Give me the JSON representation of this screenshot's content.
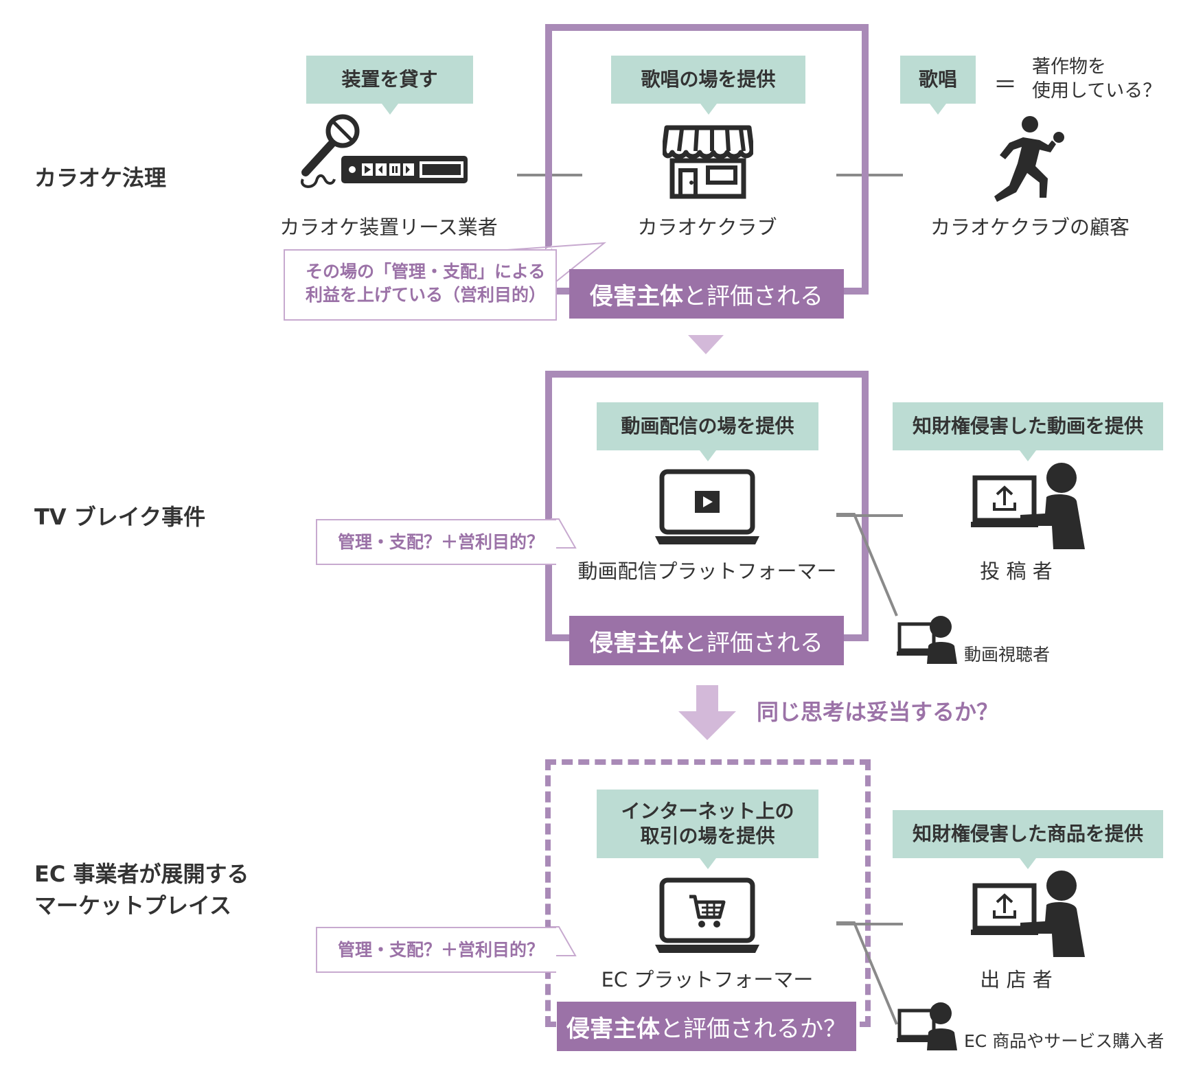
{
  "colors": {
    "purple_frame": "#a98ab7",
    "purple_bar": "#9b72a7",
    "purple_arrow": "#d3b9d9",
    "green_box": "#bcdcd3",
    "icon": "#2b2b2b",
    "connector": "#8a8a8a"
  },
  "rows": {
    "karaoke": {
      "title": "カラオケ法理",
      "lessor": {
        "bubble": "装置を貸す",
        "icon": "microphone-karaoke-machine-icon",
        "label": "カラオケ装置リース業者"
      },
      "club": {
        "bubble": "歌唱の場を提供",
        "icon": "storefront-icon",
        "label": "カラオケクラブ"
      },
      "customer": {
        "bubble": "歌唱",
        "equals": "＝",
        "question_line1": "著作物を",
        "question_line2": "使用している？",
        "icon": "running-singer-icon",
        "label": "カラオケクラブの顧客"
      },
      "note_line1": "その場の「管理・支配」による",
      "note_line2": "利益を上げている（営利目的）",
      "verdict_bold": "侵害主体",
      "verdict_rest": "と評価される"
    },
    "tvbreak": {
      "title": "TV ブレイク事件",
      "platform": {
        "bubble": "動画配信の場を提供",
        "icon": "laptop-video-icon",
        "label": "動画配信プラットフォーマー"
      },
      "poster": {
        "bubble": "知財権侵害した動画を提供",
        "icon": "person-upload-icon",
        "label": "投 稿 者"
      },
      "viewer": {
        "icon": "viewer-icon",
        "label": "動画視聴者"
      },
      "note": "管理・支配？＋営利目的？",
      "verdict_bold": "侵害主体",
      "verdict_rest": "と評価される"
    },
    "ec": {
      "title_line1": "EC 事業者が展開する",
      "title_line2": "マーケットプレイス",
      "platform": {
        "bubble_line1": "インターネット上の",
        "bubble_line2": "取引の場を提供",
        "icon": "laptop-cart-icon",
        "label": "EC プラットフォーマー"
      },
      "seller": {
        "bubble": "知財権侵害した商品を提供",
        "icon": "person-upload-icon",
        "label": "出 店 者"
      },
      "buyer": {
        "icon": "buyer-icon",
        "label": "EC 商品やサービス購入者"
      },
      "note": "管理・支配？＋営利目的？",
      "verdict_bold": "侵害主体",
      "verdict_rest": "と評価されるか？"
    }
  },
  "transition": {
    "question": "同じ思考は妥当するか？"
  }
}
